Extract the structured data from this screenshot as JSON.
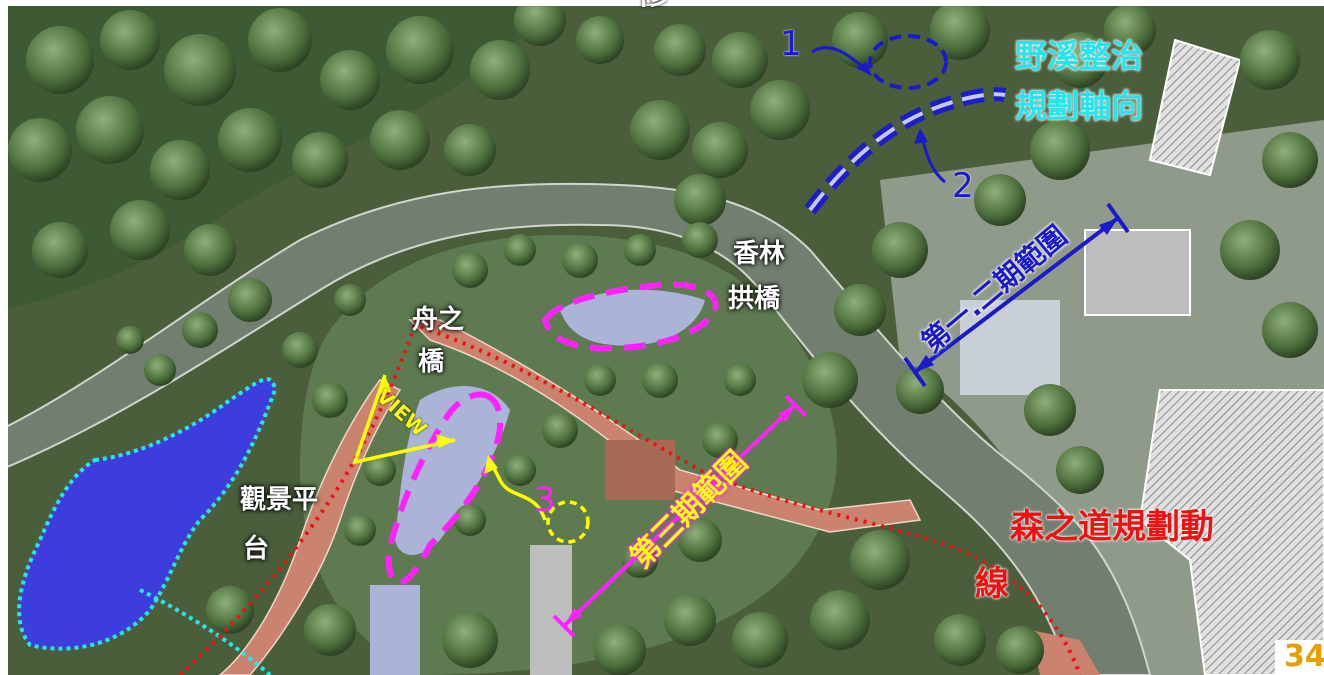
{
  "map": {
    "labels": {
      "wild_stream_1": "野溪整治",
      "wild_stream_2": "規劃軸向",
      "xianglin_1": "香林",
      "xianglin_2": "拱橋",
      "zhouzhi_1": "舟之",
      "zhouzhi_2": "橋",
      "view": "VIEW",
      "platform_1": "觀景平",
      "platform_2": "台",
      "forest_1": "森之道規劃動",
      "forest_2": "線",
      "phase12": "第一.二期範圍",
      "phase3": "第三期範圍",
      "top_fragment": "修"
    },
    "markers": {
      "m1": "1",
      "m2": "2",
      "m3": "3"
    },
    "page_number": "34"
  },
  "colors": {
    "blue": "#1a1acc",
    "magenta": "#ff22ff",
    "yellow": "#ffff00",
    "cyan": "#29e3ea",
    "red": "#ee1111",
    "pond": "#3d3ddd"
  }
}
